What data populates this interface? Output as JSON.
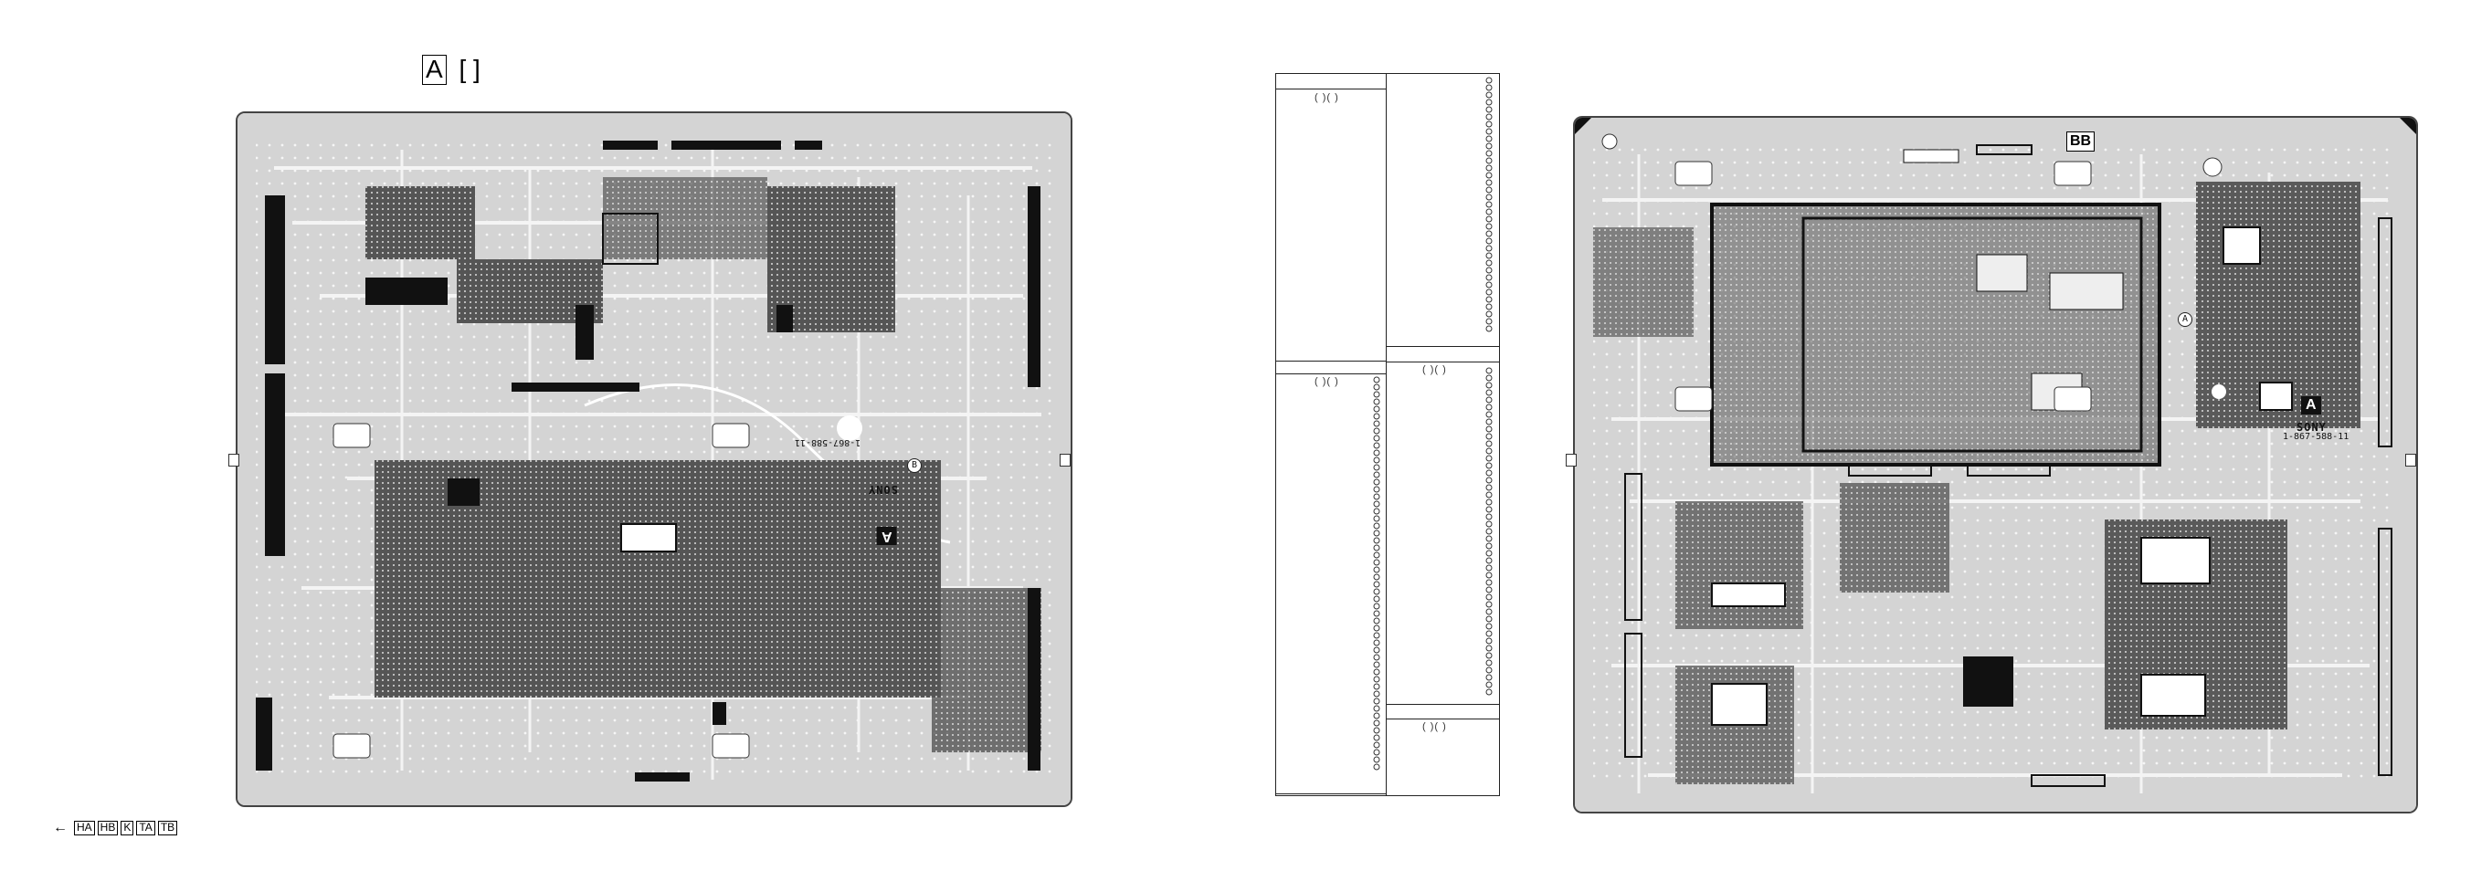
{
  "header": {
    "board_tag": "A",
    "bracket_text": "[           ]"
  },
  "left_board": {
    "board_code": "1-867-588-11",
    "maker": "SONY",
    "board_tag": "A",
    "circle_label": "B"
  },
  "right_board": {
    "board_code": "1-867-588-11",
    "maker": "SONY",
    "board_tag": "A",
    "bb_label": "BB",
    "circle_label": "A"
  },
  "table": {
    "cells": [
      "( )( )",
      "( )( )",
      "( )( )",
      "( )( )"
    ]
  },
  "navigation": {
    "arrow": "←",
    "links": [
      "HA",
      "HB",
      "K",
      "TA",
      "TB"
    ]
  }
}
